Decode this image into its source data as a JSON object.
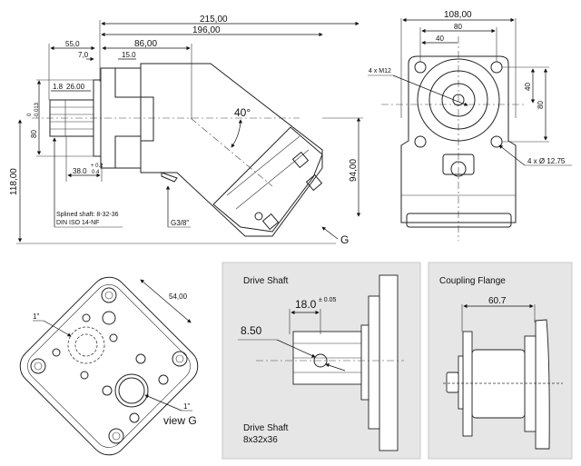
{
  "side_view": {
    "dims": {
      "overall": "215,00",
      "to_port": "196,00",
      "pivot": "86,00",
      "shaft_len": "55,0",
      "flange_thk": "7,0",
      "pilot": "15.0",
      "groove": "1.8",
      "spline_len": "26.00",
      "shaft_dia": "80",
      "shaft_tol_upper": "0",
      "shaft_tol_lower": "-0.013",
      "height": "118,00",
      "port_height": "94,00",
      "seat": "38.0",
      "seat_tol_upper": "+ 0.2",
      "seat_tol_lower": "0.4",
      "angle": "40°"
    },
    "notes": {
      "spline_line1": "Splined shaft: 8-32-36",
      "spline_line2": "DIN ISO 14-NF",
      "port": "G3/8\"",
      "view_arrow": "G"
    }
  },
  "front_view": {
    "dims": {
      "width": "108,00",
      "bolt_span": "80",
      "bolt_half": "40",
      "vert_half": "40",
      "vert_span": "80"
    },
    "notes": {
      "threads": "4 x M12",
      "holes": "4 x  Ø 12.75"
    }
  },
  "view_g": {
    "dims": {
      "port_spacing": "54,00"
    },
    "notes": {
      "port_a": "1\"",
      "port_b": "1\"",
      "title": "view G"
    }
  },
  "drive_shaft_panel": {
    "title": "Drive Shaft",
    "dim_length": "18.0",
    "dim_length_tol": "± 0.05",
    "dim_dia": "8.50",
    "caption_line1": "Drive Shaft",
    "caption_line2": "8x32x36"
  },
  "coupling_panel": {
    "title": "Coupling Flange",
    "dim_length": "60.7"
  },
  "colors": {
    "panel_bg": "#e6e6e6",
    "line": "#222222"
  }
}
